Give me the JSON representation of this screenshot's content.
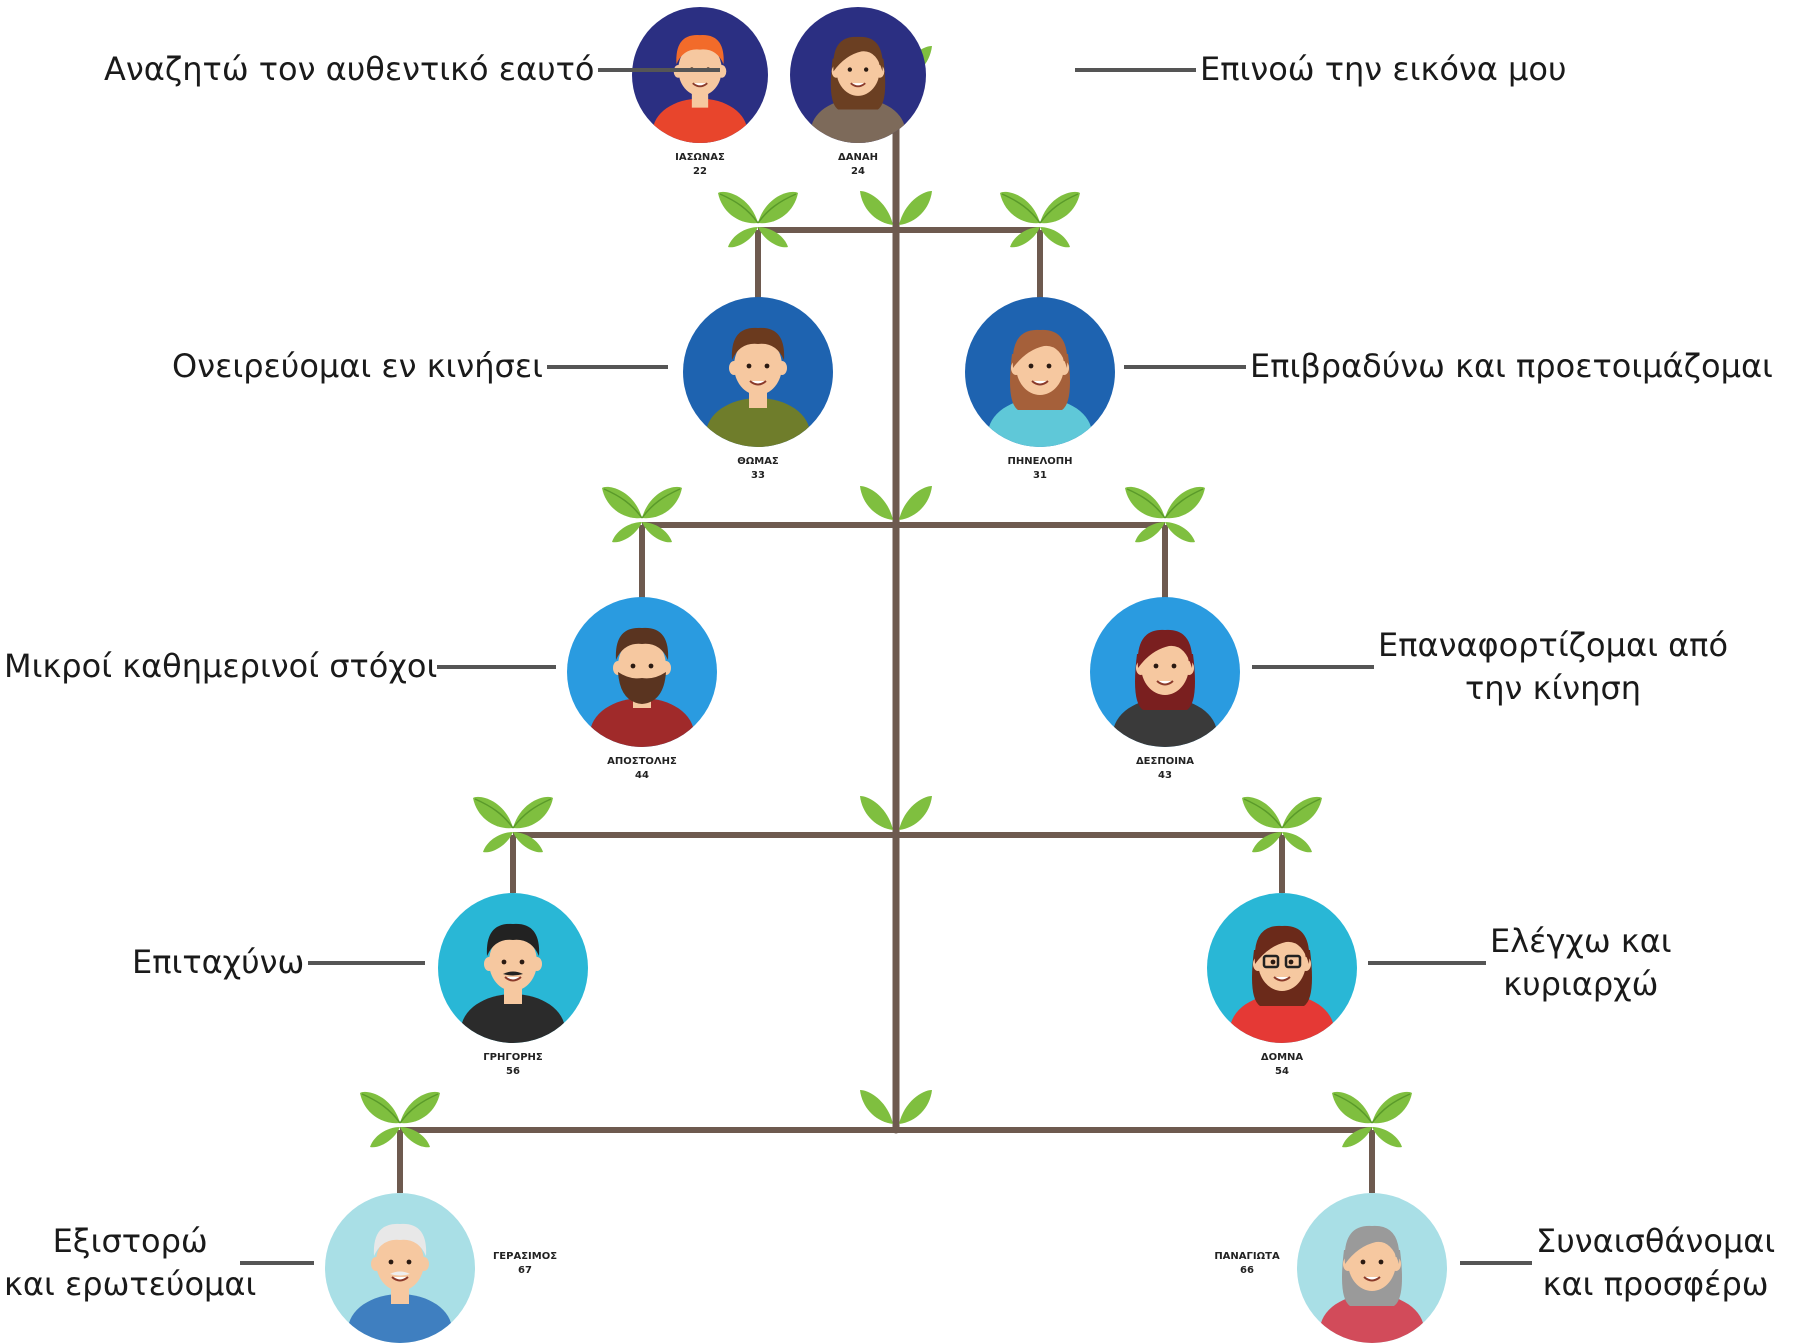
{
  "people": [
    {
      "id": "iasonas",
      "name": "ΙΑΣΩΝΑΣ",
      "age": "22",
      "caption": [
        "Αναζητώ τον αυθεντικό εαυτό"
      ],
      "bg": "#2b2f82",
      "skin": "#f6c8a0",
      "hair": "#f26b2a",
      "shirt": "#e8452c",
      "gender": "m"
    },
    {
      "id": "danai",
      "name": "ΔΑΝΑΗ",
      "age": "24",
      "caption": [
        "Επινοώ την εικόνα μου"
      ],
      "bg": "#2b2f82",
      "skin": "#f6c8a0",
      "hair": "#6b3f22",
      "shirt": "#7d6a5a",
      "gender": "f"
    },
    {
      "id": "thomas",
      "name": "ΘΩΜΑΣ",
      "age": "33",
      "caption": [
        "Ονειρεύομαι εν κινήσει"
      ],
      "bg": "#1e63b0",
      "skin": "#f6c8a0",
      "hair": "#6b3a1e",
      "shirt": "#6f7d2b",
      "gender": "m"
    },
    {
      "id": "pinelopi",
      "name": "ΠΗΝΕΛΟΠΗ",
      "age": "31",
      "caption": [
        "Επιβραδύνω και προετοιμάζομαι"
      ],
      "bg": "#1e63b0",
      "skin": "#f6c8a0",
      "hair": "#a5603a",
      "shirt": "#5fc8d8",
      "gender": "f"
    },
    {
      "id": "apostolis",
      "name": "ΑΠΟΣΤΟΛΗΣ",
      "age": "44",
      "caption": [
        "Μικροί καθημερινοί στόχοι"
      ],
      "bg": "#2a9be0",
      "skin": "#f6c8a0",
      "hair": "#5a3420",
      "shirt": "#a02a2a",
      "gender": "m"
    },
    {
      "id": "despoina",
      "name": "ΔΕΣΠΟΙΝΑ",
      "age": "43",
      "caption": [
        "Επαναφορτίζομαι από",
        "την κίνηση"
      ],
      "bg": "#2a9be0",
      "skin": "#f6c8a0",
      "hair": "#7a1f1f",
      "shirt": "#3a3a3a",
      "gender": "f"
    },
    {
      "id": "grigoris",
      "name": "ΓΡΗΓΟΡΗΣ",
      "age": "56",
      "caption": [
        "Επιταχύνω"
      ],
      "bg": "#29b7d6",
      "skin": "#f6c8a0",
      "hair": "#222222",
      "shirt": "#2b2b2b",
      "gender": "m"
    },
    {
      "id": "domna",
      "name": "ΔΟΜΝΑ",
      "age": "54",
      "caption": [
        "Ελέγχω και",
        "κυριαρχώ"
      ],
      "bg": "#29b7d6",
      "skin": "#f6c8a0",
      "hair": "#6b2a1a",
      "shirt": "#e53935",
      "gender": "f"
    },
    {
      "id": "gerasimos",
      "name": "ΓΕΡΑΣΙΜΟΣ",
      "age": "67",
      "caption": [
        "Εξιστορώ",
        "και ερωτεύομαι"
      ],
      "bg": "#a9dfe6",
      "skin": "#f6c8a0",
      "hair": "#e8e8e8",
      "shirt": "#3f7fc0",
      "gender": "m"
    },
    {
      "id": "panagiota",
      "name": "ΠΑΝΑΓΙΩΤΑ",
      "age": "66",
      "caption": [
        "Συναισθάνομαι",
        "και προσφέρω"
      ],
      "bg": "#a9dfe6",
      "skin": "#f6c8a0",
      "hair": "#9a9a9a",
      "shirt": "#d24b5a",
      "gender": "f"
    }
  ],
  "colors": {
    "trunk": "#6e5a4f",
    "leaf": "#7fbf3f",
    "leaf_dark": "#5a9a2a",
    "connector": "#555555"
  }
}
